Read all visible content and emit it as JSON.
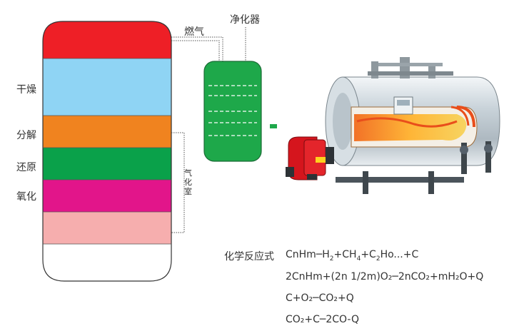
{
  "labels": {
    "fuel_gas": "燃气",
    "purifier": "净化器",
    "drying": "干燥",
    "decomposition": "分解",
    "reduction": "还原",
    "oxidation": "氧化",
    "gasification_chamber": "气化室"
  },
  "gasifier_layer_colors": [
    "#ee1f26",
    "#8fd4f4",
    "#f0831f",
    "#0aa14a",
    "#e2158a",
    "#f6aeae",
    "#ffffff"
  ],
  "purifier_color": "#1ea84a",
  "arrow_color": "#1ea84a",
  "reactions": {
    "heading": "化学反应式",
    "eq1": {
      "a": "CnHm",
      "b": "H",
      "b_sub": "2",
      "c": "CH",
      "c_sub": "4",
      "d": "C",
      "d_sub": "2",
      "e": "Ho...",
      "f": "C"
    },
    "eq2": "2CnHm+(2n 1/2m)O₂─2nCO₂+mH₂O+Q",
    "eq3": "C+O₂─CO₂+Q",
    "eq4": "CO₂+C─2CO-Q"
  },
  "boiler_image": {
    "description_icon": "gas-boiler-illustration"
  }
}
